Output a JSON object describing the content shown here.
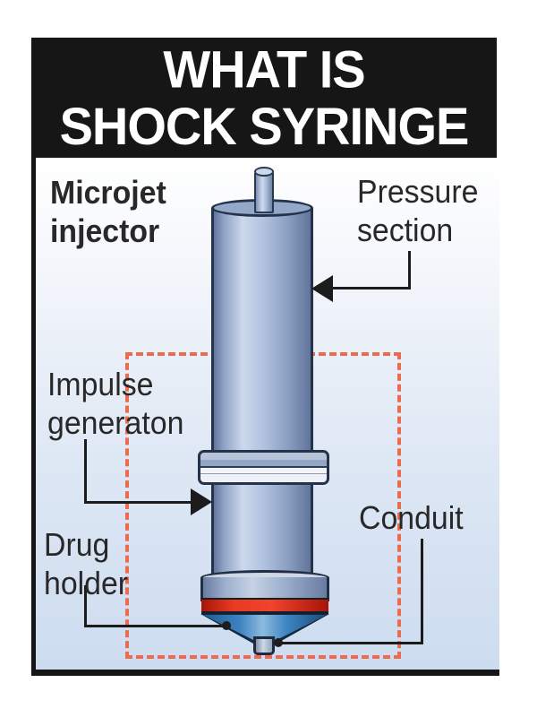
{
  "header": {
    "title": "WHAT IS\nSHOCK SYRINGE"
  },
  "diagram": {
    "subject_label": "Microjet\ninjector",
    "labels": {
      "pressure_section": "Pressure\nsection",
      "impulse_generator": "Impulse\ngeneraton",
      "drug_holder": "Drug\nholder",
      "conduit": "Conduit"
    }
  },
  "colors": {
    "header_bg": "#161616",
    "label_text": "#282828",
    "line_color": "#1c1c1c",
    "dash_color": "#ec6a4e",
    "red_band": "#e83a22",
    "cone_blue": "#3d84c2",
    "barrel_blue": "#8ea2c5",
    "content_bg_bottom": "#cddcf0"
  }
}
